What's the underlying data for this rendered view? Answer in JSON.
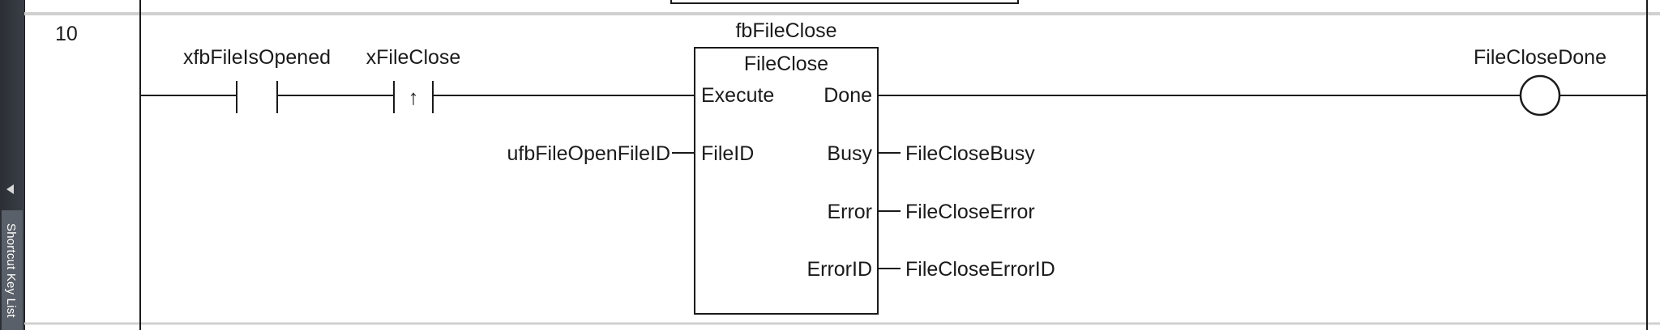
{
  "sidebar": {
    "shortcut_tab_label": "Shortcut Key List"
  },
  "rung": {
    "number": "10",
    "contacts": [
      {
        "variable": "xfbFileIsOpened",
        "type": "normally-open"
      },
      {
        "variable": "xFileClose",
        "type": "rising-edge",
        "symbol": "↑"
      }
    ],
    "function_block": {
      "instance": "fbFileClose",
      "type": "FileClose",
      "inputs": [
        {
          "pin": "Execute",
          "connection": ""
        },
        {
          "pin": "FileID",
          "connection": "ufbFileOpenFileID"
        }
      ],
      "outputs": [
        {
          "pin": "Done",
          "connection": ""
        },
        {
          "pin": "Busy",
          "connection": "FileCloseBusy"
        },
        {
          "pin": "Error",
          "connection": "FileCloseError"
        },
        {
          "pin": "ErrorID",
          "connection": "FileCloseErrorID"
        }
      ]
    },
    "coil": {
      "variable": "FileCloseDone",
      "type": "output"
    }
  }
}
